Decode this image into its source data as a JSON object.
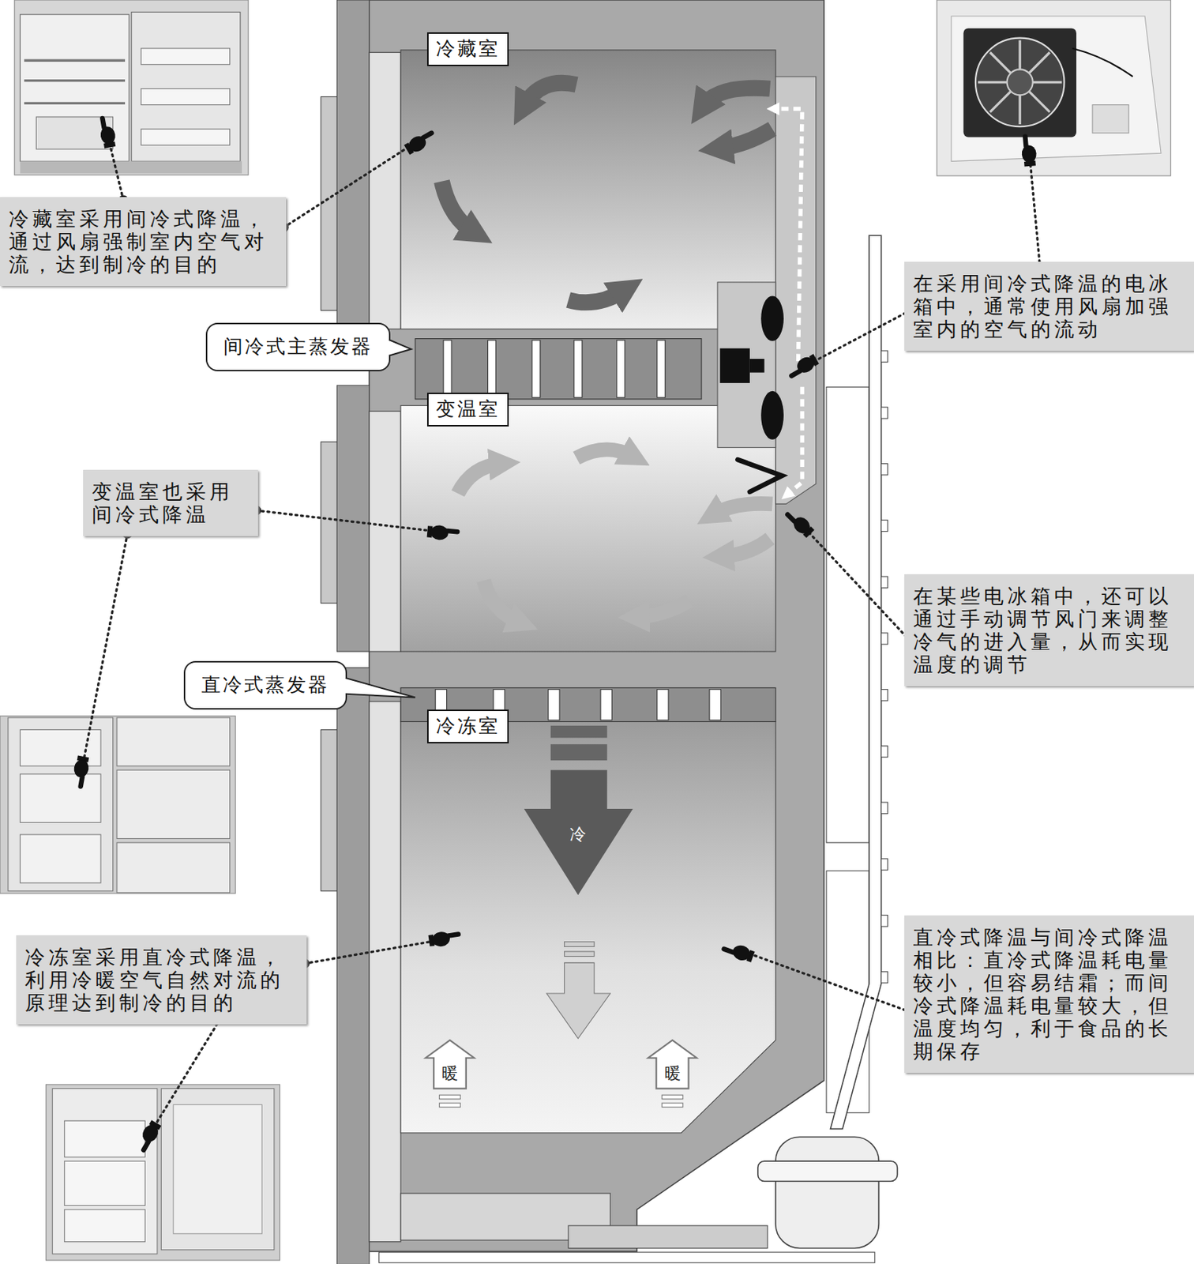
{
  "diagram": {
    "nodes": [
      {
        "text": [
          "冷藏室"
        ]
      },
      {
        "text": [
          "冷藏室采用间冷式降温，通过风扇强制室内空气对流，达到制冷的目的"
        ]
      },
      {
        "text": [
          "在采用间冷式降温的电冰箱中，通常使用风扇加强室内的空气的流动"
        ]
      },
      {
        "text": [
          "间冷式主蒸发器"
        ]
      },
      {
        "text": [
          "变温室"
        ]
      },
      {
        "text": [
          "变温室也采用间冷式降温"
        ]
      },
      {
        "text": [
          "在某些电冰箱中，还可以通过手动调节风门来调整冷气的进入量，从而实现温度的调节"
        ]
      },
      {
        "text": [
          "直冷式蒸发器"
        ]
      },
      {
        "text": [
          "冷冻室"
        ]
      },
      {
        "text": [
          "冷冻室采用直冷式降温，利用冷暖空气自然对流的原理达到制冷的目的"
        ]
      },
      {
        "text": [
          "直冷式降温与间冷式降温相比：直冷式降温耗电量较小，但容易结霜；而间冷式降温耗电量较大，但温度均匀，利于食品的长期保存"
        ]
      }
    ],
    "labels": [
      "冷",
      "暖",
      "暖"
    ]
  }
}
